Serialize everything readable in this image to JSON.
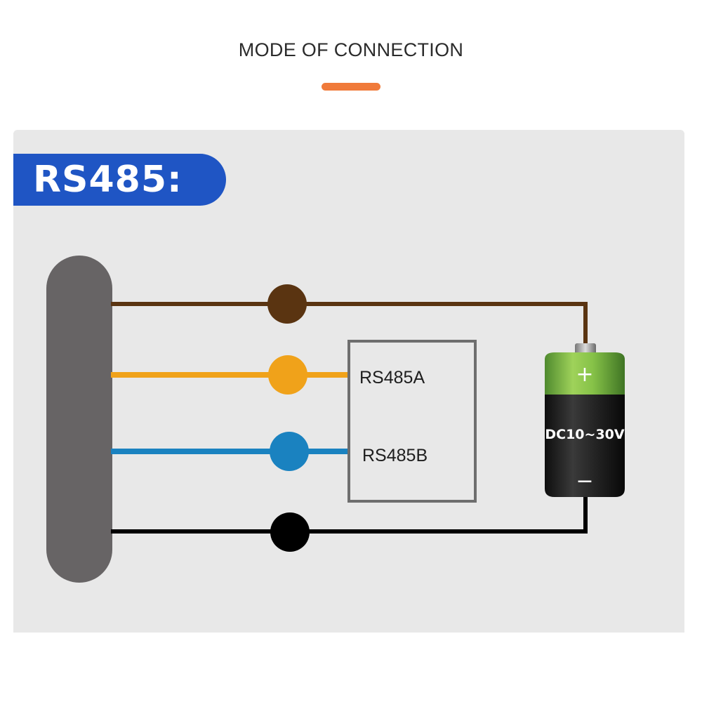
{
  "header": {
    "title": "MODE OF CONNECTION"
  },
  "panel": {
    "label": "RS485:"
  },
  "diagram": {
    "wires": [
      {
        "color": "#5a3411",
        "terminal": "+"
      },
      {
        "color": "#f0a21a",
        "terminal": "RS485A"
      },
      {
        "color": "#1a82c0",
        "terminal": "RS485B"
      },
      {
        "color": "#000000",
        "terminal": "−"
      }
    ],
    "converter": {
      "pin_a": "RS485A",
      "pin_b": "RS485B"
    },
    "battery": {
      "positive": "+",
      "negative": "−",
      "voltage": "DC10~30V"
    }
  }
}
